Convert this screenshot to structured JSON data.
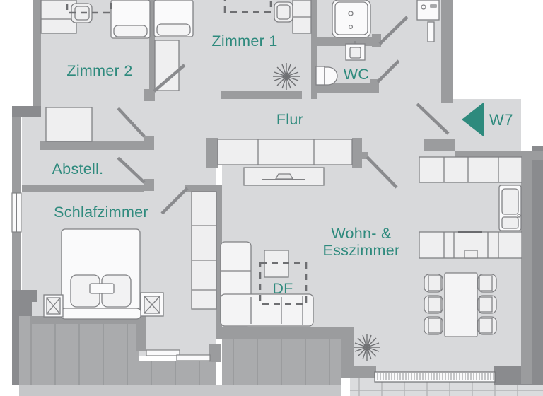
{
  "plan": {
    "type": "apartment-floor-plan",
    "unit_marker": {
      "label": "W7"
    },
    "rooms": [
      {
        "id": "zimmer1",
        "label": "Zimmer 1"
      },
      {
        "id": "zimmer2",
        "label": "Zimmer 2"
      },
      {
        "id": "wc",
        "label": "WC"
      },
      {
        "id": "flur",
        "label": "Flur"
      },
      {
        "id": "abstell",
        "label": "Abstell."
      },
      {
        "id": "schlafzimmer",
        "label": "Schlafzimmer"
      },
      {
        "id": "wohn_esszimmer",
        "label_line1": "Wohn- &",
        "label_line2": "Esszimmer"
      },
      {
        "id": "df",
        "label": "DF"
      }
    ],
    "colors": {
      "accent_teal": "#2E8A7D",
      "wall": "#9B9C9E",
      "wall_dark": "#8A8B8E",
      "floor": "#D8D9DB",
      "deck": "#AAABAD",
      "tile": "#DBDCDE",
      "furniture": "#EFEFF0"
    }
  }
}
